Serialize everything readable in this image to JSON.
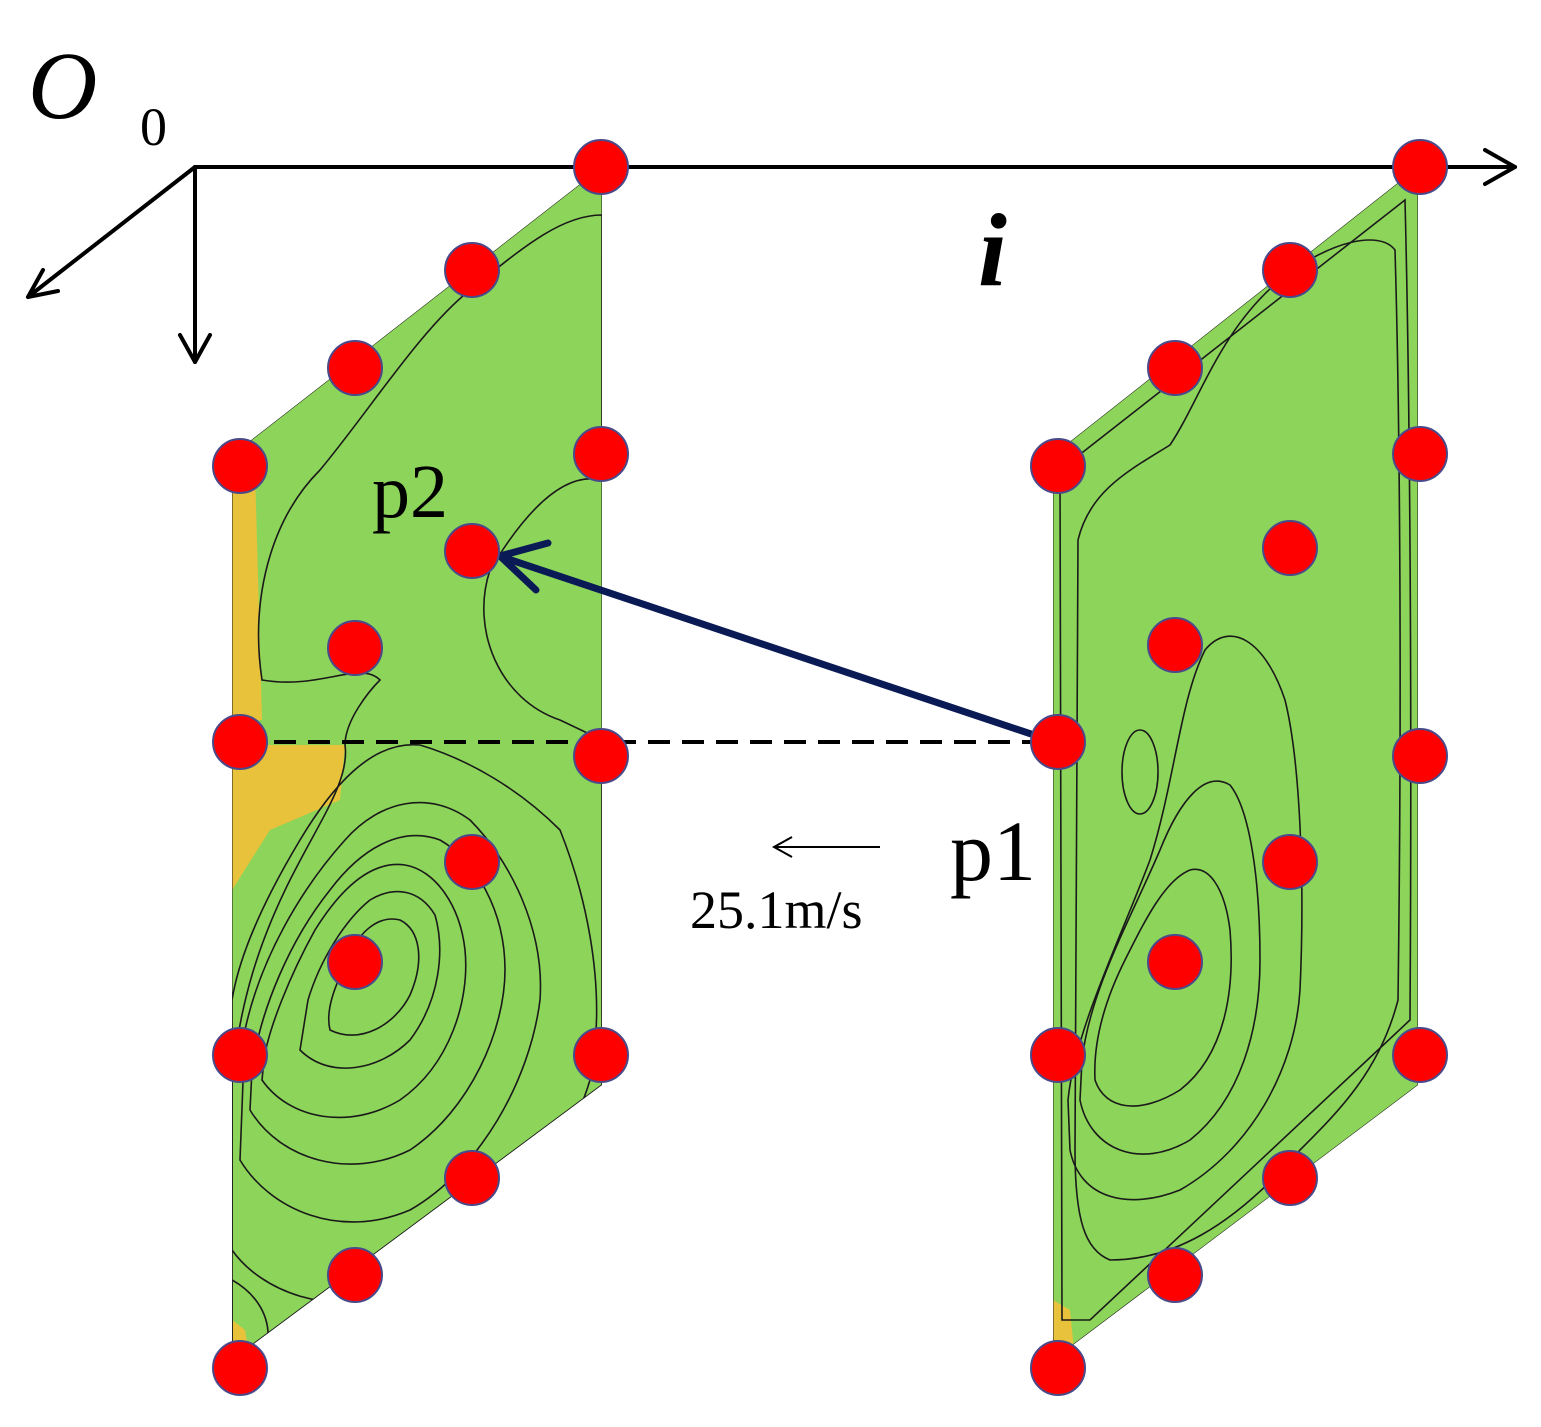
{
  "origin": {
    "label": "O",
    "subscript": "0"
  },
  "axis_label": "i",
  "points": {
    "p1": "p1",
    "p2": "p2"
  },
  "flow": {
    "speed_label": "25.1m/s"
  },
  "colors": {
    "sensor": "#ff0000",
    "vector_arrow": "#0a1a55",
    "plane_left_base": "#3cd1a0",
    "plane_right_base": "#27a4ee"
  }
}
